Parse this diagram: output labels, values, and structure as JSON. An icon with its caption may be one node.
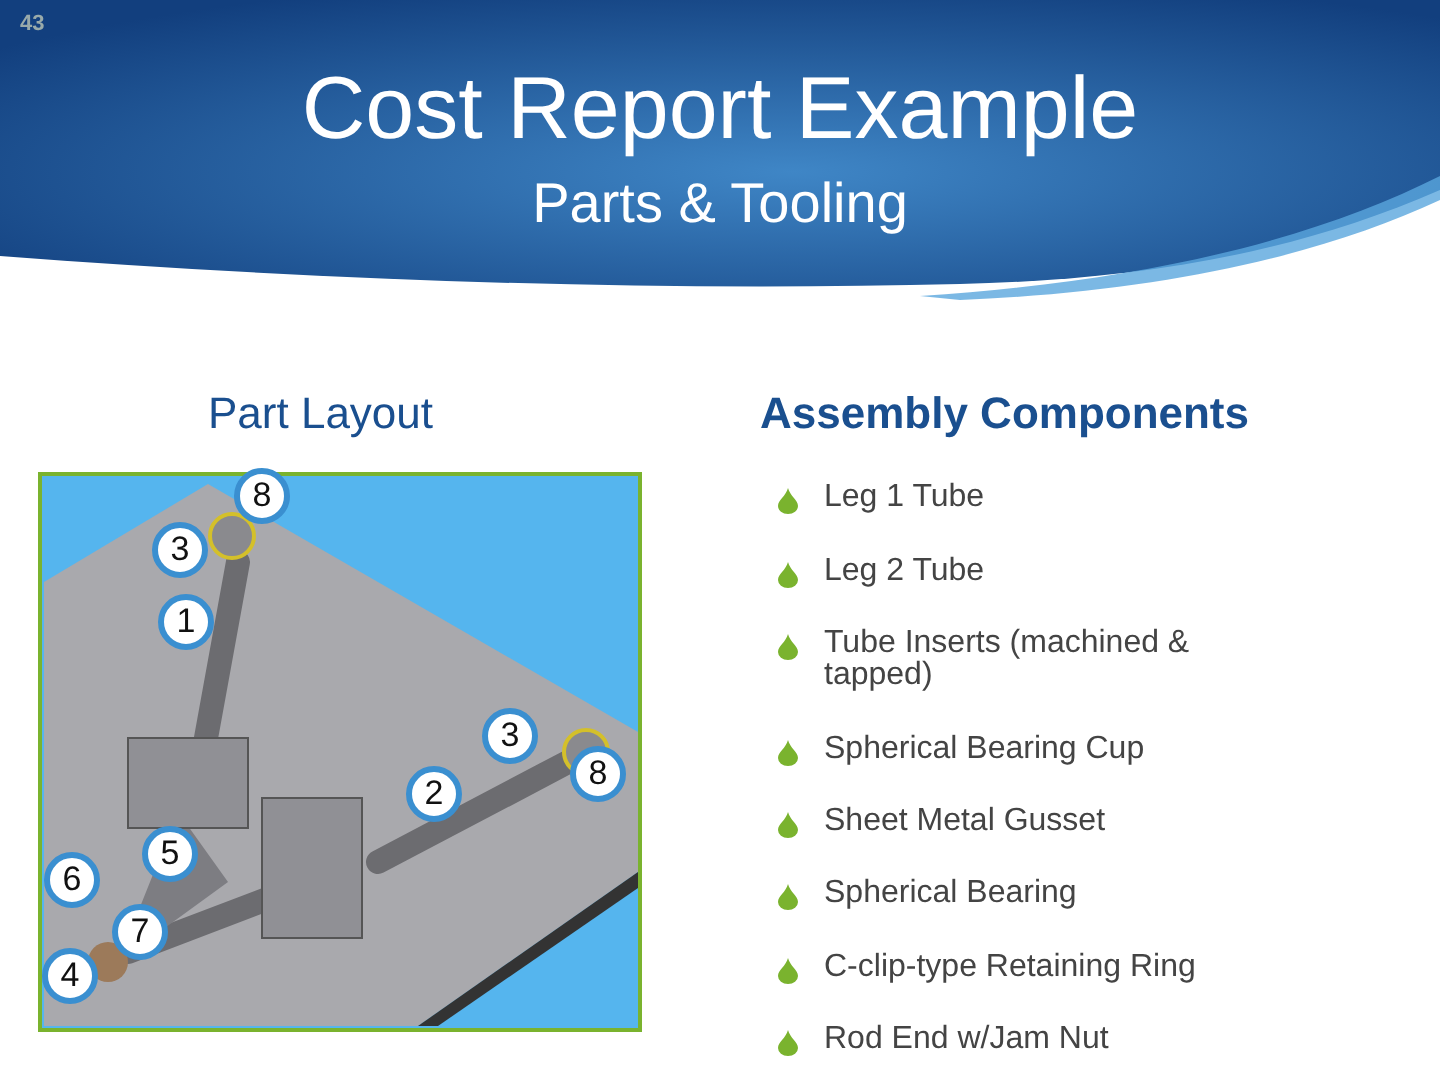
{
  "diagram": {
    "title": "Cost Report Example",
    "labels": [
      "43",
      "Parts & Tooling",
      "Part Layout",
      "Assembly Components",
      "8",
      "3",
      "1",
      "3",
      "2",
      "8",
      "5",
      "6",
      "7",
      "4",
      "Leg 1 Tube",
      "Leg 2 Tube",
      "Tube Inserts (machined & tapped)",
      "Spherical Bearing Cup",
      "Sheet Metal Gusset",
      "Spherical Bearing",
      "C-clip-type Retaining Ring",
      "Rod End w/Jam Nut"
    ]
  }
}
